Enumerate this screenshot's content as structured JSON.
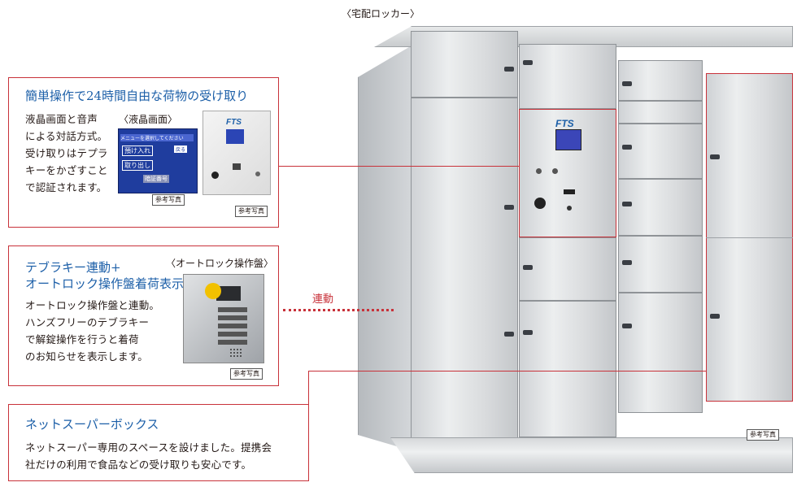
{
  "locker": {
    "caption": "〈宅配ロッカー〉",
    "panel_brand": "FTS",
    "ref_label": "参考写真",
    "link_label": "連動",
    "accent_color": "#c8323a",
    "heading_color": "#1c5fa8"
  },
  "callout1": {
    "heading": "簡単操作で24時間自由な荷物の受け取り",
    "lines": [
      "液晶画面と音声",
      "による対話方式。",
      "受け取りはテプラ",
      "キーをかざすこと",
      "で認証されます。"
    ],
    "screen_caption": "〈液晶画面〉",
    "screen_menu": "メニューを選択してください",
    "screen_btn1": "預け入れ",
    "screen_btn2": "取り出し",
    "screen_btn3": "暗証番号",
    "screen_side": "戻る",
    "device_brand": "FTS",
    "ref1": "参考写真",
    "ref2": "参考写真"
  },
  "callout2": {
    "heading1": "テブラキー連動+",
    "heading2": "オートロック操作盤着荷表示",
    "lines": [
      "オートロック操作盤と連動。",
      "ハンズフリーのテブラキー",
      "で解錠操作を行うと着荷",
      "のお知らせを表示します。"
    ],
    "panel_caption": "〈オートロック操作盤〉",
    "ref": "参考写真"
  },
  "callout3": {
    "heading": "ネットスーパーボックス",
    "lines": [
      "ネットスーパー専用のスペースを設けました。提携会",
      "社だけの利用で食品などの受け取りも安心です。"
    ]
  }
}
